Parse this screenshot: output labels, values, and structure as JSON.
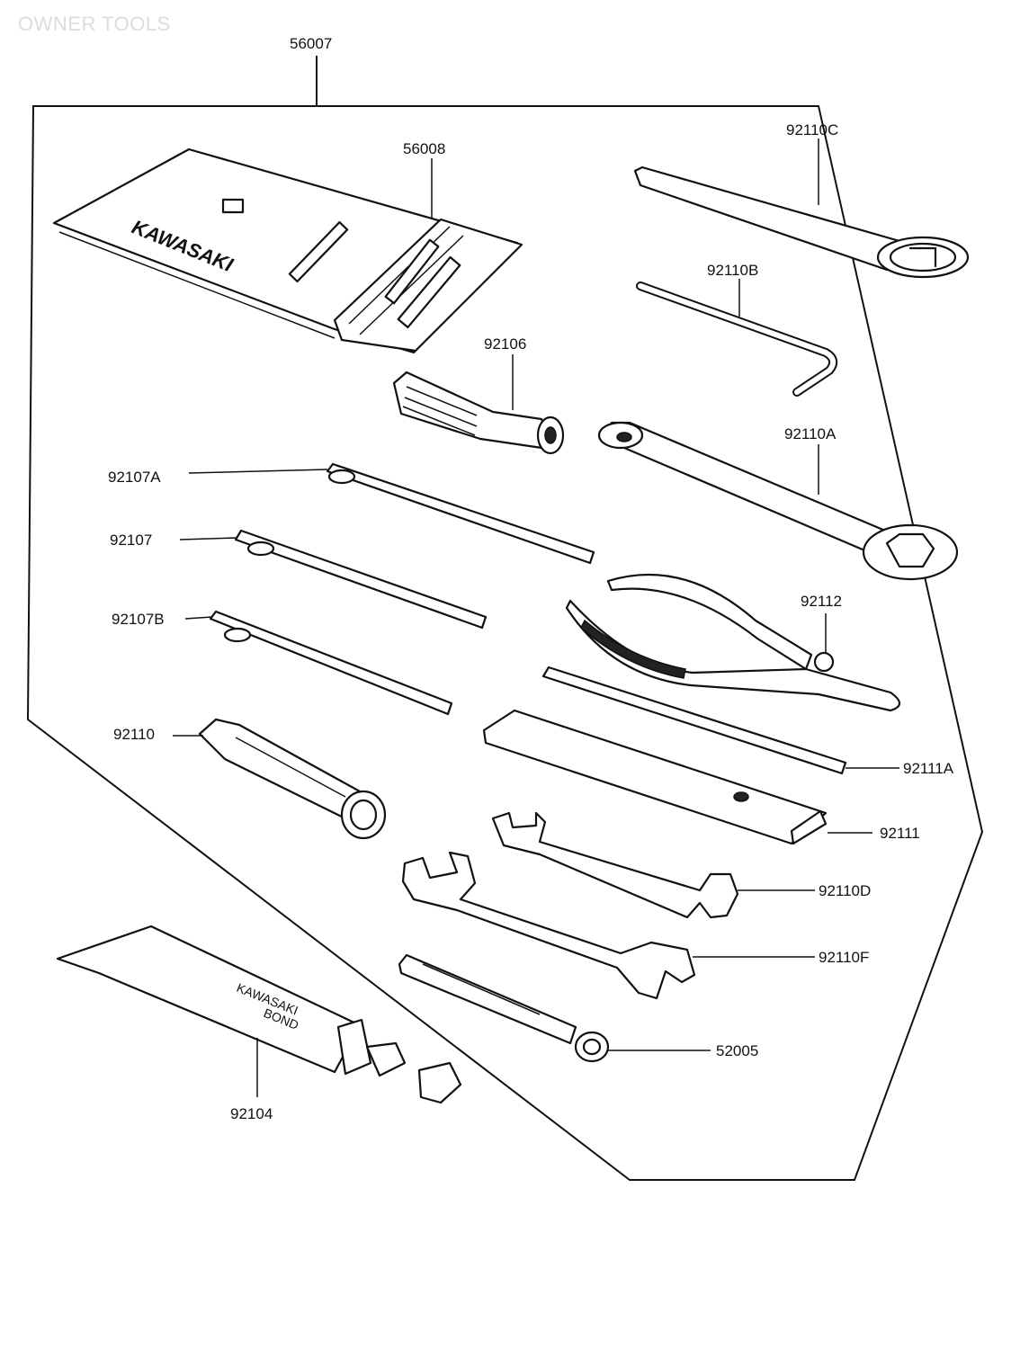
{
  "page": {
    "title": "OWNER TOOLS"
  },
  "diagram": {
    "kit_label": "56007",
    "bag": {
      "part": "56008",
      "brand_text": "KAWASAKI"
    },
    "tube_text": [
      "KAWASAKI",
      "BOND"
    ],
    "parts": {
      "p56008": "56008",
      "p92110C": "92110C",
      "p92110B": "92110B",
      "p92106": "92106",
      "p92110A": "92110A",
      "p92107A": "92107A",
      "p92107": "92107",
      "p92112": "92112",
      "p92107B": "92107B",
      "p92110": "92110",
      "p92111A": "92111A",
      "p92111": "92111",
      "p92110D": "92110D",
      "p92110F": "92110F",
      "p52005": "52005",
      "p92104": "92104"
    }
  }
}
